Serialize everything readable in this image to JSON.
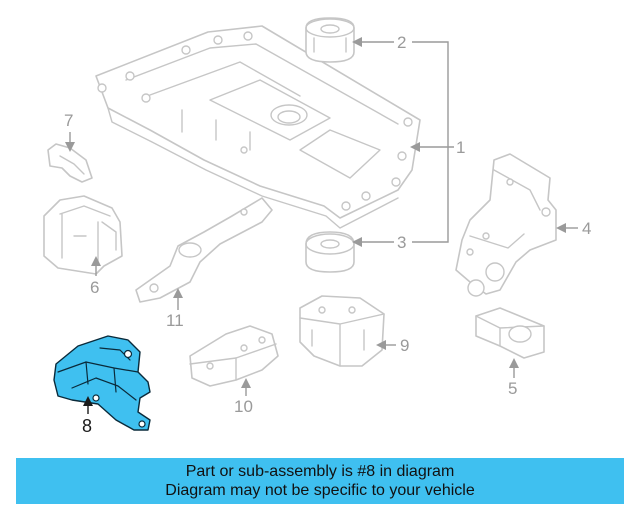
{
  "diagram": {
    "callouts": {
      "c1": "1",
      "c2": "2",
      "c3": "3",
      "c4": "4",
      "c5": "5",
      "c6": "6",
      "c7": "7",
      "c8": "8",
      "c9": "9",
      "c10": "10",
      "c11": "11"
    },
    "highlighted_part": "8",
    "colors": {
      "highlight": "#3fc0f0",
      "part_outline": "#c6c6c6",
      "banner": "#3fc0f0"
    }
  },
  "banner": {
    "line1": "Part or sub-assembly is #8 in diagram",
    "line2": "Diagram may not be specific to your vehicle"
  }
}
